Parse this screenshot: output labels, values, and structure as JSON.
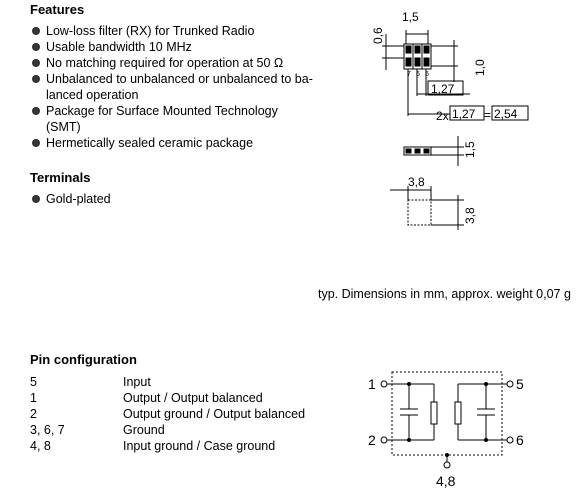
{
  "features": {
    "heading": "Features",
    "items": [
      {
        "line1": "Low-loss filter (RX) for Trunked Radio",
        "line2": ""
      },
      {
        "line1": "Usable bandwidth 10 MHz",
        "line2": ""
      },
      {
        "line1": "No matching required for operation at 50 Ω",
        "line2": ""
      },
      {
        "line1": "Unbalanced to unbalanced or unbalanced to ba-",
        "line2": "lanced operation"
      },
      {
        "line1": "Package for Surface Mounted Technology",
        "line2": "(SMT)"
      },
      {
        "line1": "Hermetically sealed ceramic package",
        "line2": ""
      }
    ]
  },
  "terminals": {
    "heading": "Terminals",
    "items": [
      "Gold-plated"
    ]
  },
  "package_drawing": {
    "dim_top": "1,5",
    "dim_left": "0,6",
    "dim_right": "1,0",
    "dim_pitch": "1,27",
    "dim_prefix": "2x",
    "dim_pitch_box": "1,27",
    "dim_equals": "=",
    "dim_total": "2,54",
    "pin_label_7": "7",
    "pin_label_6": "6",
    "pin_label_5": "5",
    "dim_height": "1,5",
    "dim_width": "3,8",
    "dim_length": "3,8"
  },
  "dimensions_note": "typ. Dimensions in mm, approx. weight 0,07 g",
  "pin_configuration": {
    "heading": "Pin configuration",
    "rows": [
      {
        "pin": "5",
        "function": "Input"
      },
      {
        "pin": "1",
        "function": "Output / Output balanced"
      },
      {
        "pin": "2",
        "function": "Output ground / Output balanced"
      },
      {
        "pin": "3, 6, 7",
        "function": "Ground"
      },
      {
        "pin": "4, 8",
        "function": "Input ground / Case ground"
      }
    ]
  },
  "schematic": {
    "label_1": "1",
    "label_2": "2",
    "label_5": "5",
    "label_6": "6",
    "label_48": "4,8"
  }
}
